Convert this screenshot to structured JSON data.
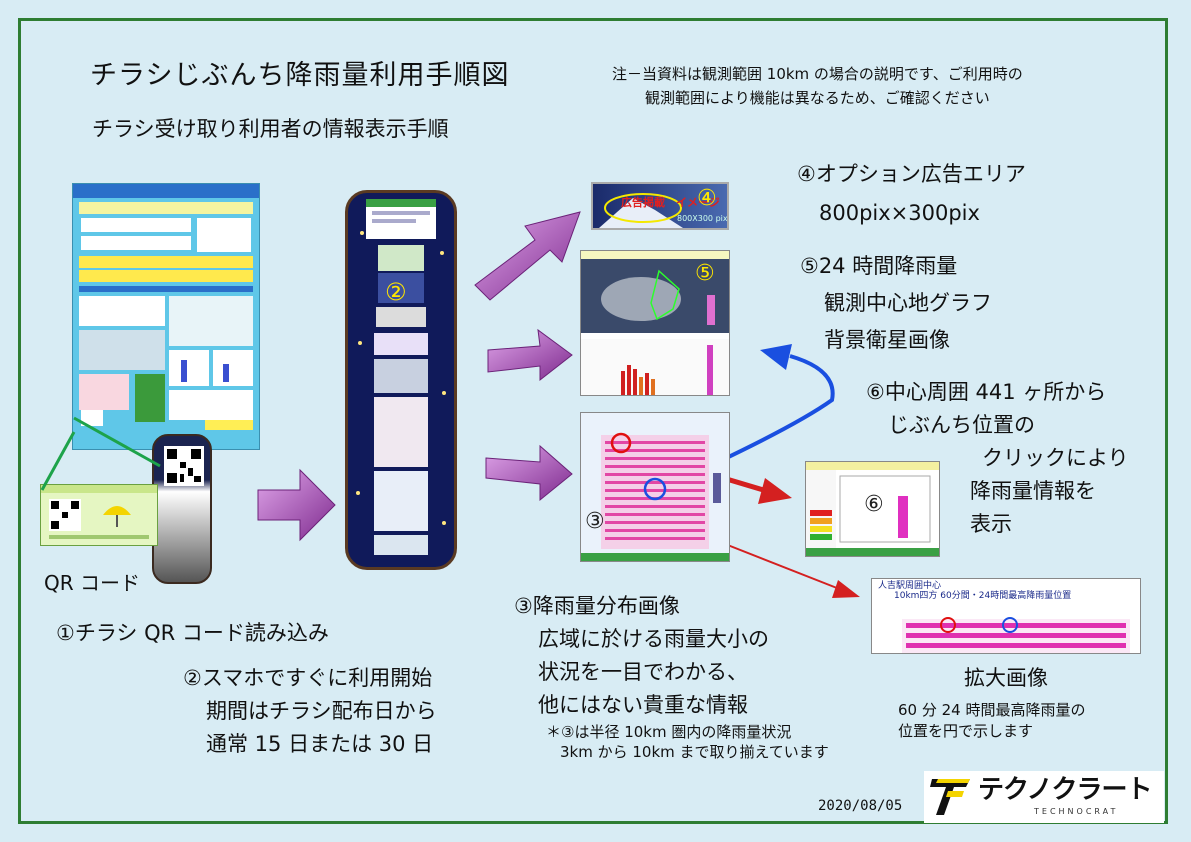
{
  "title": "チラシじぶんち降雨量利用手順図",
  "subtitle": "チラシ受け取り利用者の情報表示手順",
  "note": {
    "line1": "注－当資料は観測範囲 10km の場合の説明です、ご利用時の",
    "line2": "観測範囲により機能は異なるため、ご確認ください"
  },
  "badges": {
    "b2": "②",
    "b3": "③",
    "b4": "④",
    "b5": "⑤",
    "b6": "⑥"
  },
  "qr_label": "QR コード",
  "step1": "①チラシ QR コード読み込み",
  "step2": {
    "line1": "②スマホですぐに利用開始",
    "line2": "期間はチラシ配布日から",
    "line3": "通常 15 日または 30 日"
  },
  "step3": {
    "line1": "③降雨量分布画像",
    "line2": "広域に於ける雨量大小の",
    "line3": "状況を一目でわかる、",
    "line4": "他にはない貴重な情報",
    "foot1": "＊③は半径 10km 圏内の降雨量状況",
    "foot2": "3km から 10km まで取り揃えています"
  },
  "step4": {
    "line1": "④オプション広告エリア",
    "line2": "800pix×300pix"
  },
  "step5": {
    "line1": "⑤24 時間降雨量",
    "line2": "観測中心地グラフ",
    "line3": "背景衛星画像"
  },
  "step6": {
    "line1": "⑥中心周囲 441 ヶ所から",
    "line2": "じぶんち位置の",
    "line3": "クリックにより",
    "line4": "降雨量情報を",
    "line5": "表示"
  },
  "zoom": {
    "line1": "拡大画像",
    "line2": "60 分 24 時間最高降雨量の",
    "line3": "位置を円で示します",
    "header1": "人吉駅周囲中心",
    "header2": "10km四方  60分間・24時間最高降雨量位置"
  },
  "ad_image": {
    "text": "広告掲載　イメージ",
    "size": "800X300 pix"
  },
  "date": "2020/08/05",
  "logo": {
    "main": "テクノクラート",
    "sub": "TECHNOCRAT"
  },
  "colors": {
    "background": "#d8ecf4",
    "frame": "#2e7d32",
    "arrow_purple": "#9a3fa8",
    "arrow_red": "#d42020",
    "arrow_blue": "#1a4fe0"
  }
}
